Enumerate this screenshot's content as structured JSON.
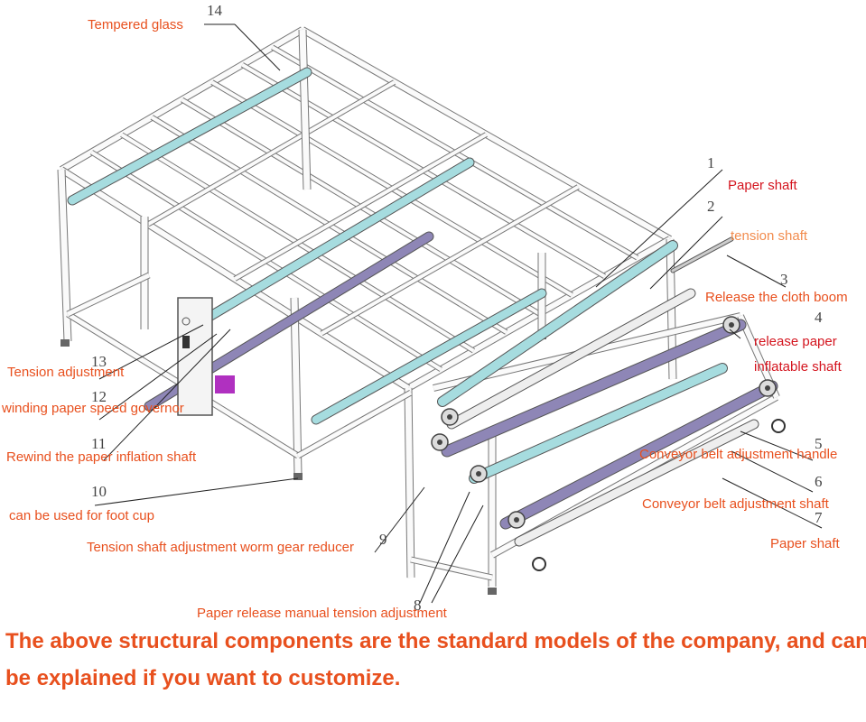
{
  "colors": {
    "label": "#e8501e",
    "label_red": "#d4141e",
    "label_light": "#f28c4e",
    "frame": "#8a8a8a",
    "roller_cyan": "#a6dcdf",
    "roller_purple": "#8e86b6",
    "roller_white": "#eeeeee",
    "accent": "#b030c0"
  },
  "labels": [
    {
      "id": "tempered-glass",
      "text": "Tempered glass",
      "number": "14"
    },
    {
      "id": "paper-shaft-top",
      "text": "Paper shaft",
      "number": "1"
    },
    {
      "id": "tension-shaft",
      "text": "tension shaft",
      "number": "2"
    },
    {
      "id": "release-cloth-boom",
      "text": "Release the cloth boom",
      "number": "3"
    },
    {
      "id": "release-paper-inflatable",
      "text": "release paper\ninflatable shaft",
      "number": "4"
    },
    {
      "id": "conveyor-handle",
      "text": "Conveyor belt adjustment handle",
      "number": "5"
    },
    {
      "id": "conveyor-shaft",
      "text": "Conveyor belt adjustment shaft",
      "number": "6"
    },
    {
      "id": "paper-shaft-bottom",
      "text": "Paper shaft",
      "number": "7"
    },
    {
      "id": "manual-tension",
      "text": "Paper release manual tension adjustment",
      "number": "8"
    },
    {
      "id": "worm-gear",
      "text": "Tension shaft adjustment worm gear reducer",
      "number": "9"
    },
    {
      "id": "foot-cup",
      "text": "can be used for foot cup",
      "number": "10"
    },
    {
      "id": "rewind-shaft",
      "text": "Rewind the paper inflation shaft",
      "number": "11"
    },
    {
      "id": "speed-governor",
      "text": "winding paper speed governor",
      "number": "12"
    },
    {
      "id": "tension-adjustment",
      "text": "Tension adjustment",
      "number": "13"
    }
  ],
  "footnote": {
    "line1": "The above structural components are the standard models of the company, and can",
    "line2": "be explained if you want to customize."
  }
}
